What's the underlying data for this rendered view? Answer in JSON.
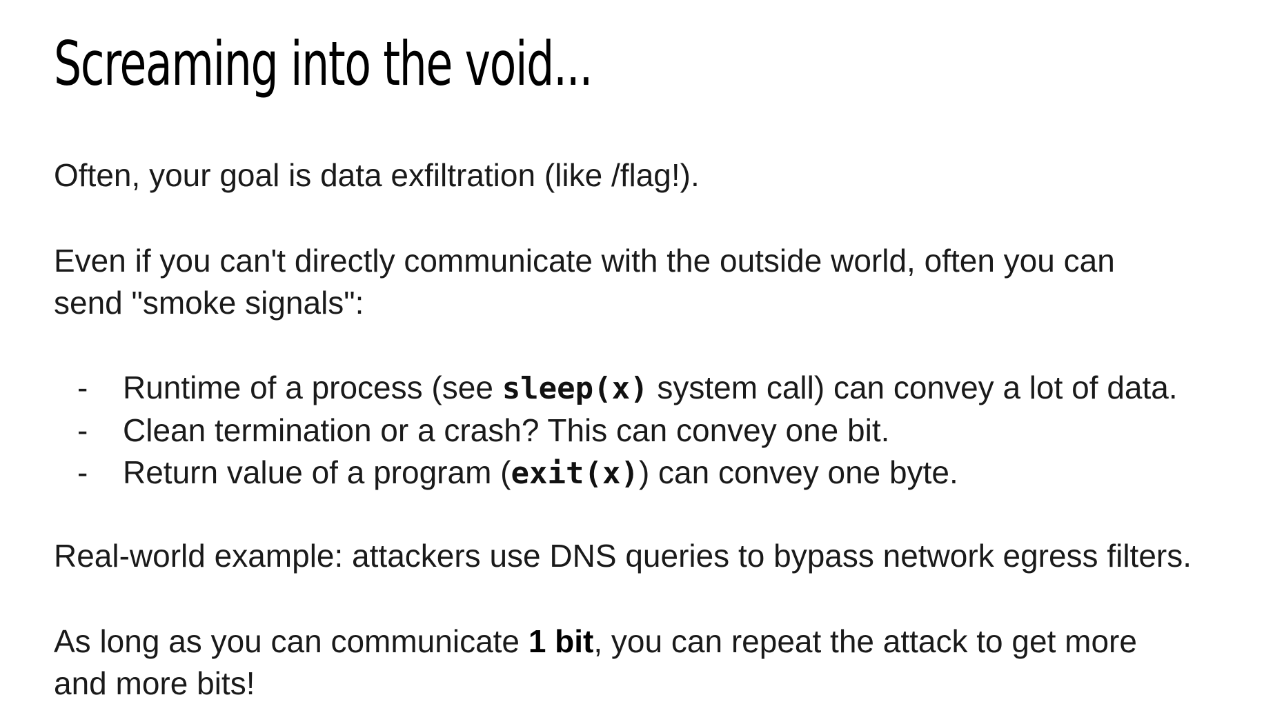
{
  "slide": {
    "title": "Screaming into the void...",
    "paragraph1": "Often, your goal is data exfiltration (like /flag!).",
    "paragraph2_line1": "Even if you can't directly communicate with the outside world, often you can",
    "paragraph2_line2": "send \"smoke signals\":",
    "bullet_marker": "-",
    "bullet1": {
      "before": "Runtime of a process (see ",
      "code": "sleep(x)",
      "after": " system call) can convey a lot of data."
    },
    "bullet2": {
      "text": "Clean termination or a crash? This can convey one bit."
    },
    "bullet3": {
      "before": "Return value of a program (",
      "code": "exit(x)",
      "after": ") can convey one byte."
    },
    "paragraph3": "Real-world example: attackers use DNS queries to bypass network egress filters.",
    "paragraph4": {
      "before": "As long as you can communicate ",
      "bold": "1 bit",
      "after_line1": ", you can repeat the attack to get more",
      "line2": "and more bits!"
    }
  }
}
